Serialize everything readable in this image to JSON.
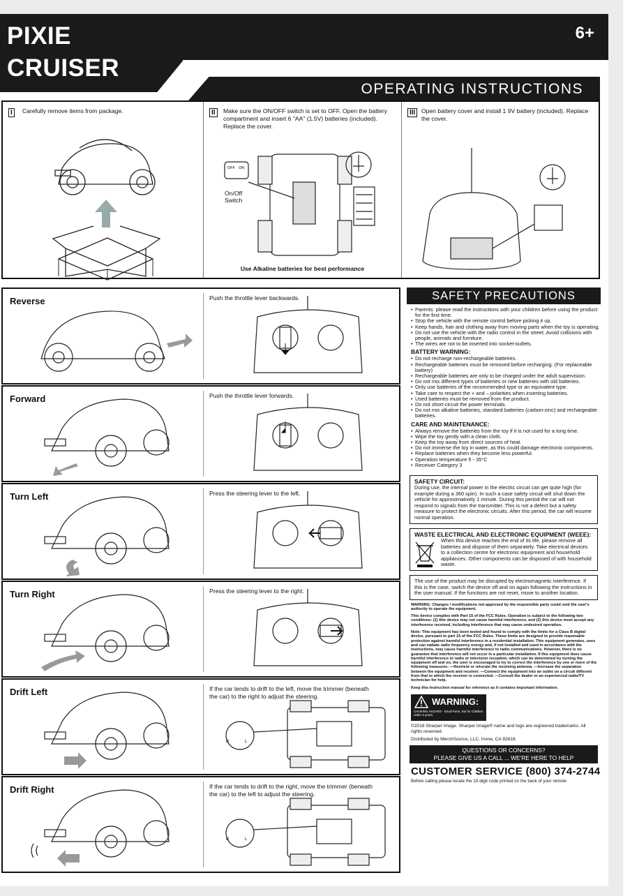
{
  "header": {
    "title_line1": "PIXIE",
    "title_line2": "CRUISER",
    "age": "6+",
    "section_title": "OPERATING INSTRUCTIONS"
  },
  "steps": [
    {
      "num": "I",
      "text": "Carefully remove items from package."
    },
    {
      "num": "II",
      "text": "Make sure the ON/OFF switch is set to OFF. Open the battery compartment and insert 6 \"AA\" (1.5V) batteries (included). Replace the cover.",
      "switch_label": "On/Off Switch",
      "switch_off": "OFF",
      "switch_on": "ON",
      "footer": "Use Alkaline batteries for best performance"
    },
    {
      "num": "III",
      "text": "Open battery cover and install 1 9V battery (included). Replace the cover."
    }
  ],
  "modes": [
    {
      "title": "Reverse",
      "text": "Push the throttle lever backwards."
    },
    {
      "title": "Forward",
      "text": "Push the throttle lever forwards."
    },
    {
      "title": "Turn Left",
      "text": "Press the steering lever to the left."
    },
    {
      "title": "Turn Right",
      "text": "Press the steering lever to the right."
    },
    {
      "title": "Drift Left",
      "text": "If the car tends to drift to the left, move the trimmer (beneath the car) to the right to adjust the steering."
    },
    {
      "title": "Drift Right",
      "text": "If the car tends to drift to the right, move the trimmer (beneath the car) to the left to adjust the steering."
    }
  ],
  "trim_labels": {
    "r": "R",
    "l": "L"
  },
  "safety": {
    "title": "SAFETY PRECAUTIONS",
    "general": [
      "Parents: please read the instructions with your children before using the product for the first time.",
      "Stop the vehicle with the remote control before picking it up.",
      "Keep hands, hair and clothing away from moving parts when the toy is operating.",
      "Do not use the vehicle with the radio control in the street. Avoid collisions with people, animals and furniture.",
      "The wires are not to be inserted into socket-outlets."
    ],
    "battery_heading": "BATTERY WARNING:",
    "battery": [
      "Do not recharge non-rechargeable batteries.",
      "Rechargeable batteries must be removed before recharging. (For replaceable battery)",
      "Rechargeable batteries are only to be charged under the adult supervision.",
      "Do not mix different types of batteries or new batteries with old batteries.",
      "Only use batteries of the recommended type or an equivalent type.",
      "Take care to respect the + and – polarities when inserting batteries.",
      "Used batteries must be removed from the product.",
      "Do not short-circuit the power terminals.",
      "Do not mix alkaline batteries, standard batteries (carbon-zinc) and rechargeable batteries."
    ],
    "care_heading": "CARE AND MAINTENANCE:",
    "care": [
      "Always remove the batteries from the toy if it is not used for a long time.",
      "Wipe the toy gently with a clean cloth.",
      "Keep the toy away from direct sources of heat.",
      "Do not immerse the toy in water, as this could damage electronic components.",
      "Replace batteries when they become less powerful.",
      "Operation temperature 5 - 35°C",
      "Receiver Category 3"
    ],
    "circuit_heading": "SAFETY CIRCUIT:",
    "circuit_text": "During use, the internal power in the electric circuit can get quite high (for example during a 360 spin). In such a case safety circuit will shut down the vehicle for approximatively 1 minute. During this period the car will not respond to signals from the transmitter. This is not a defect but a safety measure to protect the electronic circuits. After this period, the car will resume normal operation.",
    "weee_heading": "WASTE ELECTRICAL AND ELECTRONIC EQUIPMENT (WEEE):",
    "weee_text": "When this device reaches the end of its life, please remove all batteries and dispose of them separately. Take electrical devices to a collection centre for electronic equipment and household appliances. Other components can be disposed of with household waste.",
    "emi_text": "The use of the product may be disrupted by electromagnetic interference. If this is the case, switch the device off and on again following the instructions in the user manual. If the functions are not reset, move to another location.",
    "fcc_warning": "WARNING: Changes / modifications not approved by the responsible party could void the user's authority to operate the equipment.",
    "fcc_part15": "This device complies with Part 15 of the FCC Rules. Operation is subject to the following two conditions: (1) this device may not cause harmful interference, and (2) this device must accept any interference received, including interference that may cause undesired operation.",
    "fcc_note": "Note: This equipment has been tested and found to comply with the limits for a Class B digital device, pursuant to part 15 of the FCC Rules. These limits are designed to provide reasonable protection against harmful interference in a residential installation. This equipment generates, uses and can radiate radio frequency energy and, if not installed and used in accordance with the instructions, may cause harmful interference to radio communications. However, there is no guarantee that interference will not occur in a particular installation. If this equipment does cause harmful interference to radio or television reception, which can be determined by turning the equipment off and on, the user is encouraged to try to correct the interference by one or more of the following measures: —Reorient or relocate the receiving antenna. —Increase the separation between the equipment and receiver. —Connect the equipment into an outlet on a circuit different from that to which the receiver is connected. —Consult the dealer or an experienced radio/TV technician for help.",
    "keep_manual": "Keep this Instruction manual for reference as it contains important information.",
    "warning_title": "WARNING:",
    "warning_sub": "CHOKING HAZARD - Small Parts. Not for Children under 3 years.",
    "copyright": "©2018 Sharper Image. Sharper Image® name and logo are registered trademarks. All rights reserved.",
    "distributed": "Distributed by MerchSource, LLC. Irvine, CA 92618.",
    "questions_line1": "QUESTIONS OR CONCERNS?",
    "questions_line2": "PLEASE GIVE US A CALL ... WE'RE HERE TO HELP",
    "customer_service": "CUSTOMER SERVICE (800) 374-2744",
    "cs_note": "Before calling please locate the 10-digit code printed on the back of your remote"
  }
}
